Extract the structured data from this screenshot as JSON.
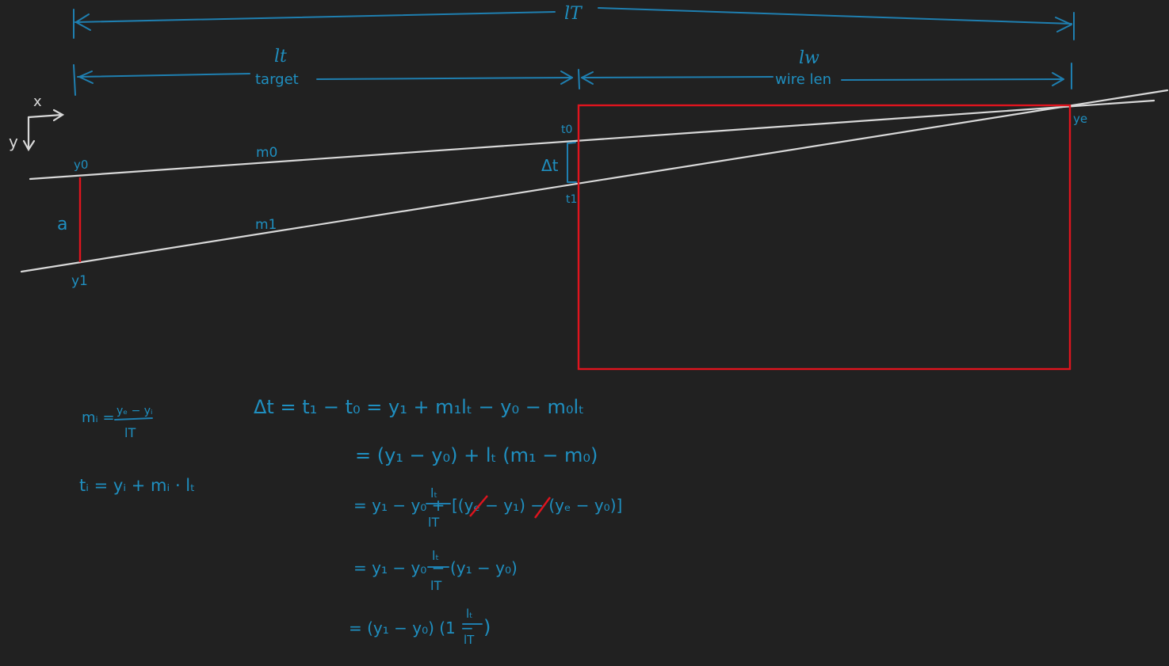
{
  "labels": {
    "lT": "lT",
    "lt": "lt",
    "target": "target",
    "lw": "lw",
    "wire_len": "wire len",
    "x_axis": "x",
    "y_axis": "y",
    "y0": "y0",
    "y1": "y1",
    "ye": "ye",
    "m0": "m0",
    "m1": "m1",
    "a": "a",
    "t0": "t0",
    "t1": "t1",
    "delta_t": "Δt"
  },
  "colors": {
    "background": "#212121",
    "ink": "#1f8fc0",
    "chalk": "#d8d8d8",
    "red": "#e0141e"
  },
  "equations": {
    "mi_lhs": "mᵢ =",
    "mi_num": "yₑ − yᵢ",
    "mi_den": "lT",
    "ti": "tᵢ = yᵢ + mᵢ · lₜ",
    "dt_line1": "Δt = t₁ − t₀ = y₁ + m₁lₜ − y₀ − m₀lₜ",
    "dt_line2": "= (y₁ − y₀) + lₜ (m₁ − m₀)",
    "dt_line3_a": "= y₁ − y₀ +",
    "dt_line3_frac_num": "lₜ",
    "dt_line3_frac_den": "lT",
    "dt_line3_b": "[(yₑ − y₁) − (yₑ − y₀)]",
    "dt_line4_a": "= y₁ − y₀ −",
    "dt_line4_frac_num": "lₜ",
    "dt_line4_frac_den": "lT",
    "dt_line4_b": "(y₁ − y₀)",
    "dt_line5_a": "= (y₁ − y₀) (1 −",
    "dt_line5_frac_num": "lₜ",
    "dt_line5_frac_den": "lT",
    "dt_line5_b": ")"
  }
}
